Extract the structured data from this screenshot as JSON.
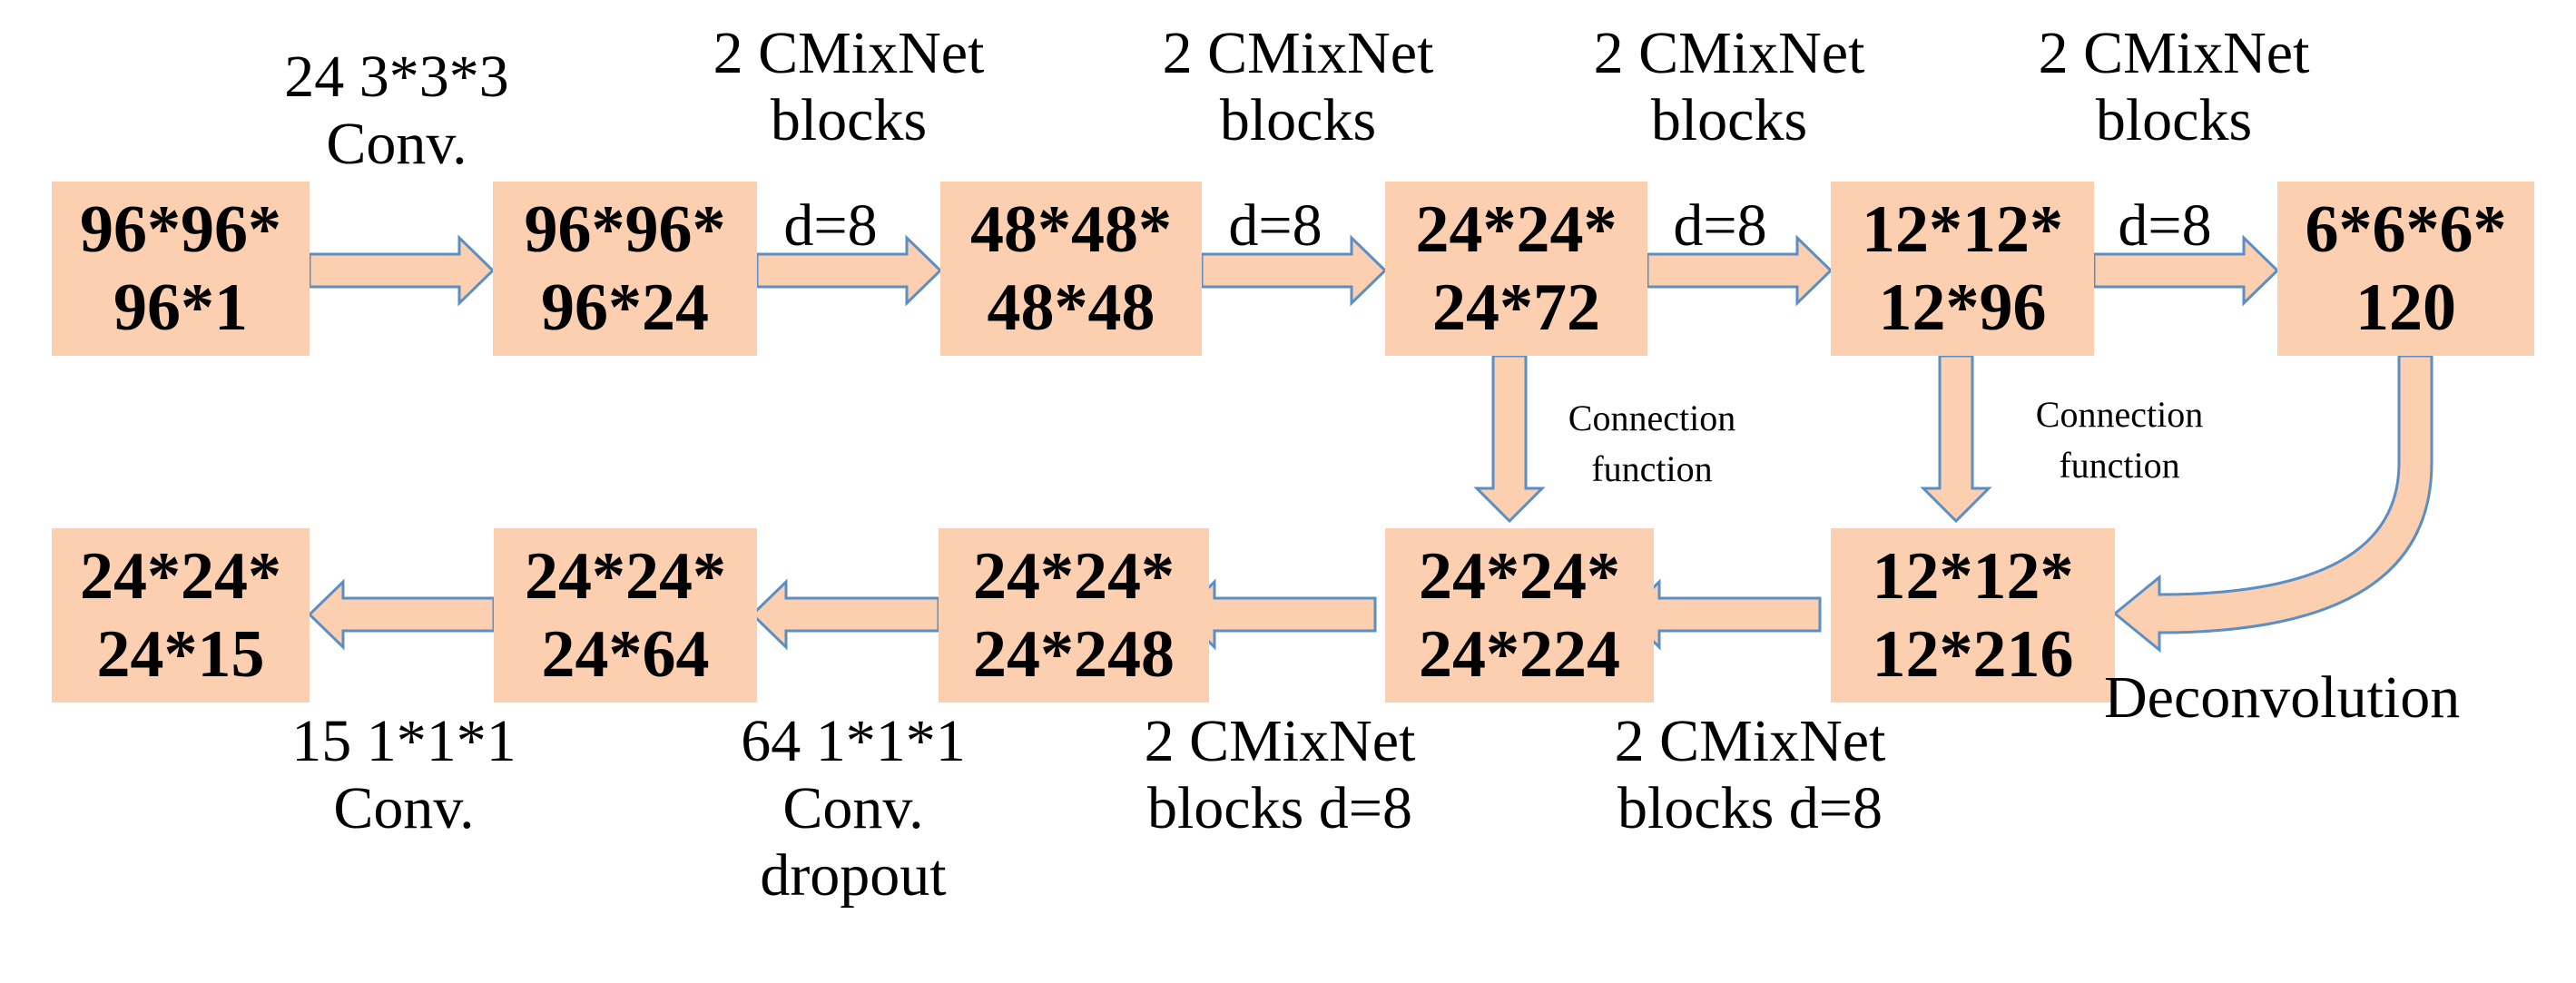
{
  "boxes": {
    "top": [
      {
        "line1": "96*96*",
        "line2": "96*1"
      },
      {
        "line1": "96*96*",
        "line2": "96*24"
      },
      {
        "line1": "48*48*",
        "line2": "48*48"
      },
      {
        "line1": "24*24*",
        "line2": "24*72"
      },
      {
        "line1": "12*12*",
        "line2": "12*96"
      },
      {
        "line1": "6*6*6*",
        "line2": "120"
      }
    ],
    "bottom": [
      {
        "line1": "24*24*",
        "line2": "24*15"
      },
      {
        "line1": "24*24*",
        "line2": "24*64"
      },
      {
        "line1": "24*24*",
        "line2": "24*248"
      },
      {
        "line1": "24*24*",
        "line2": "24*224"
      },
      {
        "line1": "12*12*",
        "line2": "12*216"
      }
    ]
  },
  "labels": {
    "conv_in": {
      "line1": "24 3*3*3",
      "line2": "Conv."
    },
    "cmix_1": {
      "line1": "2 CMixNet",
      "line2": "blocks",
      "d": "d=8"
    },
    "cmix_2": {
      "line1": "2 CMixNet",
      "line2": "blocks",
      "d": "d=8"
    },
    "cmix_3": {
      "line1": "2 CMixNet",
      "line2": "blocks",
      "d": "d=8"
    },
    "cmix_4": {
      "line1": "2 CMixNet",
      "line2": "blocks",
      "d": "d=8"
    },
    "conn_1": {
      "line1": "Connection",
      "line2": "function"
    },
    "conn_2": {
      "line1": "Connection",
      "line2": "function"
    },
    "deconv": "Deconvolution",
    "cmix_b1": {
      "line1": "2 CMixNet",
      "line2": "blocks d=8"
    },
    "cmix_b2": {
      "line1": "2 CMixNet",
      "line2": "blocks d=8"
    },
    "conv_64": {
      "line1": "64 1*1*1",
      "line2": "Conv.",
      "line3": "dropout"
    },
    "conv_15": {
      "line1": "15 1*1*1",
      "line2": "Conv."
    }
  },
  "colors": {
    "box_fill": "#fbcfb0",
    "arrow_fill": "#fbcfb0",
    "arrow_stroke": "#5b8fc4"
  }
}
